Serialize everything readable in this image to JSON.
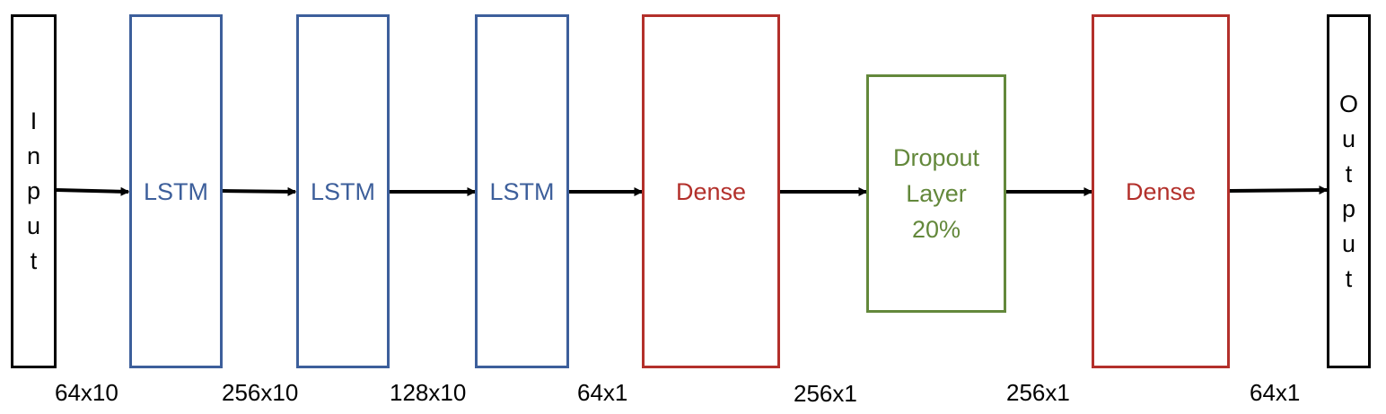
{
  "colors": {
    "lstm": "#3d5f9b",
    "dense": "#b3302b",
    "dropout": "#63883b",
    "io": "#000000",
    "arrow": "#000000"
  },
  "input": {
    "label": "Input"
  },
  "output": {
    "label": "Output"
  },
  "layers": [
    {
      "label": "LSTM"
    },
    {
      "label": "LSTM"
    },
    {
      "label": "LSTM"
    },
    {
      "label": "Dense"
    },
    {
      "label_lines": [
        "Dropout",
        "Layer",
        "20%"
      ]
    },
    {
      "label": "Dense"
    }
  ],
  "dimensions": [
    "64x10",
    "256x10",
    "128x10",
    "64x1",
    "256x1",
    "256x1",
    "64x1"
  ]
}
